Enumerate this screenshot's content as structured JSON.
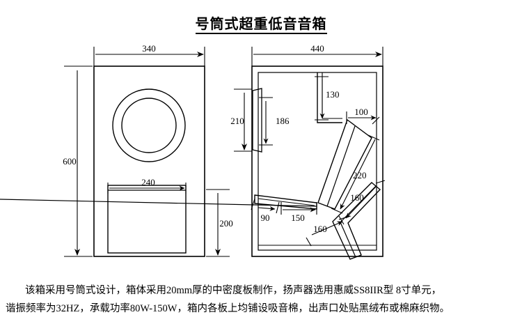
{
  "document": {
    "title": "号筒式超重低音音箱",
    "type": "technical-drawing",
    "caption_line1": "该箱采用号筒式设计，箱体采用20mm厚的中密度板制作，扬声器选用惠威SS8IIR型 8寸单元，",
    "caption_line2": "谐振频率为32HZ，承载功率80W-150W，箱内各板上均铺设吸音棉，出声口处贴黑绒布或棉麻织物。"
  },
  "colors": {
    "line": "#000000",
    "background": "#ffffff",
    "text": "#000000"
  },
  "views": {
    "front": {
      "name": "front-view",
      "dimensions": {
        "width": "340",
        "height": "600",
        "port_width": "240",
        "port_height": "200"
      }
    },
    "side": {
      "name": "side-section-view",
      "dimensions": {
        "depth": "440",
        "driver_top_offset": "210",
        "driver_opening": "186",
        "top_partition": "130",
        "throat_width": "100",
        "horn_upper_length": "220",
        "bottom_left_gap": "90",
        "bottom_segment": "150",
        "horn_lower_a": "160",
        "horn_lower_b": "160"
      }
    }
  },
  "chart_data": {
    "type": "table",
    "title": "号筒式超重低音音箱",
    "categories": [
      "340",
      "600",
      "240",
      "200",
      "440",
      "210",
      "186",
      "130",
      "100",
      "220",
      "90",
      "150",
      "160",
      "160"
    ],
    "values": [
      340,
      600,
      240,
      200,
      440,
      210,
      186,
      130,
      100,
      220,
      90,
      150,
      160,
      160
    ]
  }
}
